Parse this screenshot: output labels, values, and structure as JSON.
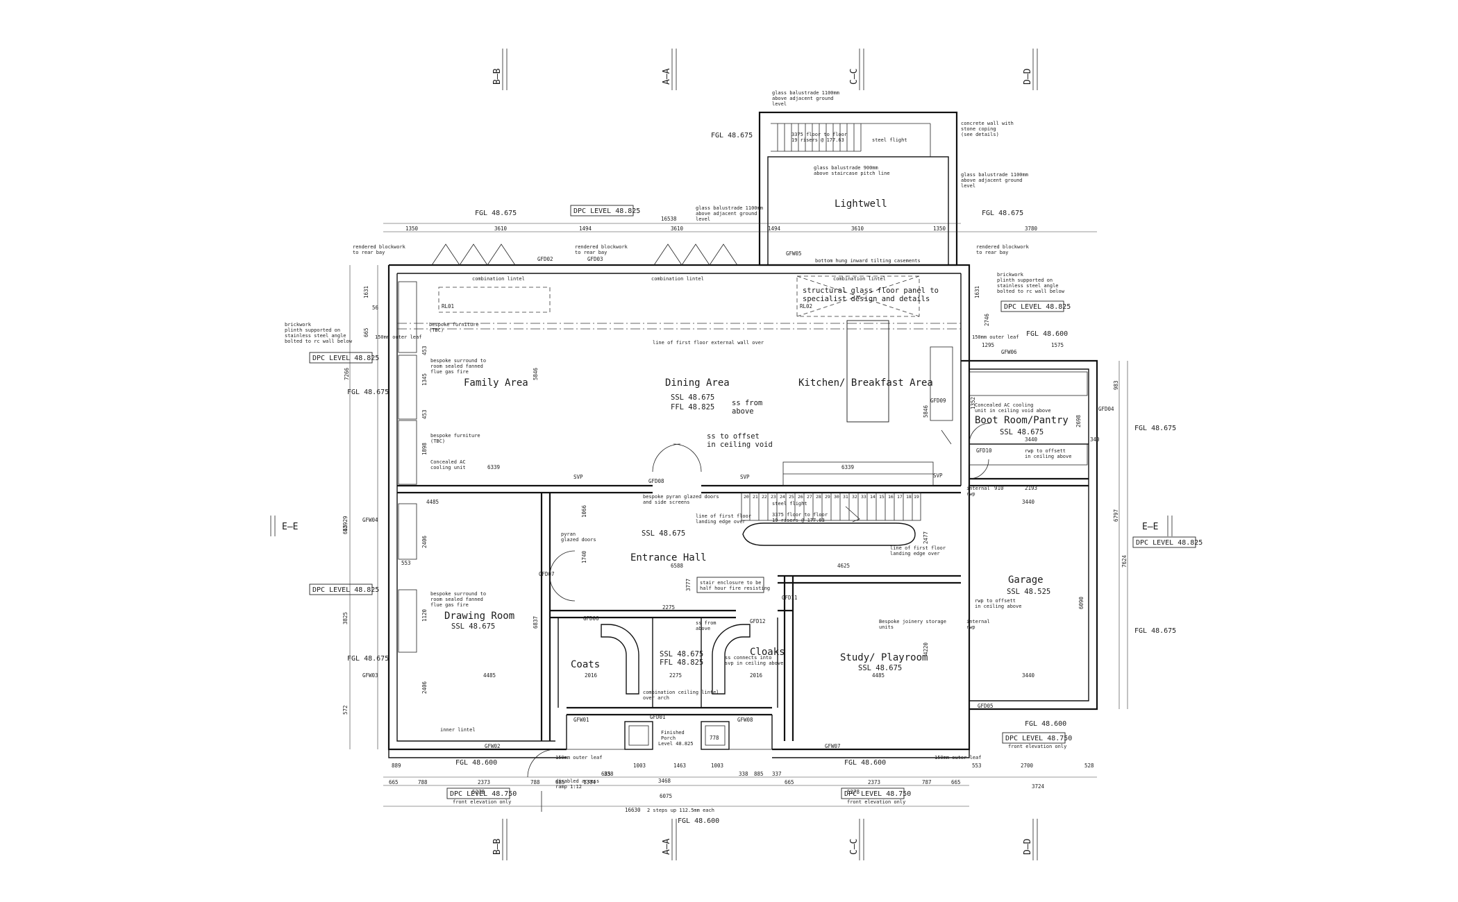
{
  "sections": {
    "bb": "B–B",
    "aa": "A–A",
    "cc": "C–C",
    "dd": "D–D",
    "ee": "E–E"
  },
  "rooms": {
    "lightwell": "Lightwell",
    "family": "Family Area",
    "dining": "Dining Area",
    "dining_ssl": "SSL 48.675",
    "dining_ffl": "FFL 48.825",
    "kitchen": "Kitchen/ Breakfast Area",
    "boot": "Boot Room/Pantry",
    "boot_ssl": "SSL 48.675",
    "entrance": "Entrance Hall",
    "entrance_ssl": "SSL 48.675",
    "drawing": "Drawing Room",
    "drawing_ssl": "SSL 48.675",
    "garage": "Garage",
    "garage_ssl": "SSL 48.525",
    "coats": "Coats",
    "coats_ssl": "SSL 48.675",
    "coats_ffl": "FFL 48.825",
    "cloaks": "Cloaks",
    "study": "Study/ Playroom",
    "study_ssl": "SSL 48.675"
  },
  "levels": {
    "fgl_top": "FGL 48.675",
    "fgl_top_left": "FGL 48.675",
    "dpc_top": "DPC LEVEL 48.825",
    "fgl_right_top": "FGL 48.675",
    "dpc_right_1": "DPC LEVEL 48.825",
    "fgl_right_mid": "FGL 48.600",
    "dpc_left_1": "DPC LEVEL 48.825",
    "fgl_left_1": "FGL 48.675",
    "dpc_left_2": "DPC LEVEL 48.825",
    "fgl_left_2": "FGL 48.675",
    "fgl_boot": "FGL 48.675",
    "dpc_right_2": "DPC LEVEL 48.825",
    "fgl_right_lower": "FGL 48.675",
    "fgl_garage_front": "FGL 48.600",
    "dpc_garage_front": "DPC LEVEL 48.750",
    "front_only_1": "front elevation only",
    "fgl_bottom_left": "FGL 48.600",
    "fgl_bottom_right": "FGL 48.600",
    "dpc_bottom_left": "DPC LEVEL 48.750",
    "front_only_2": "front elevation only",
    "dpc_bottom_right": "DPC LEVEL 48.750",
    "front_only_3": "front elevation only",
    "fgl_bottom_center": "FGL 48.600",
    "porch": "Finished",
    "porch2": "Porch",
    "porch3": "Level 48.825"
  },
  "doors": {
    "gfd02": "GFD02",
    "gfd03": "GFD03",
    "gfw05": "GFW05",
    "gfd08": "GFD08",
    "gfd07": "GFD07",
    "gfd06": "GFD06",
    "gfd11": "GFD11",
    "gfd12": "GFD12",
    "gfd01": "GFD01",
    "gfw01": "GFW01",
    "gfw02": "GFW02",
    "gfw03": "GFW03",
    "gfw04": "GFW04",
    "gfw06": "GFW06",
    "gfw07": "GFW07",
    "gfw08": "GFW08",
    "gfd04": "GFD04",
    "gfd05": "GFD05",
    "gfd09": "GFD09",
    "gfd10": "GFD10",
    "rl01": "RL01",
    "rl02": "RL02",
    "svp1": "SVP",
    "svp2": "SVP",
    "svp3": "SVP"
  },
  "notes": {
    "glass1": "glass balustrade 1100mm",
    "glass1b": "above adjacent ground",
    "glass1c": "level",
    "stair_top": "3375 floor to floor",
    "stair_top2": "19 risers @ 177.63",
    "steel_flight": "steel flight",
    "glass2": "glass balustrade 900mm",
    "glass2b": "above staircase pitch line",
    "concrete": "concrete wall with",
    "concrete2": "stone coping",
    "concrete3": "(see details)",
    "glass3": "glass balustrade 1100mm",
    "glass3b": "above adjacent ground",
    "glass3c": "level",
    "glass4": "glass balustrade 1100mm",
    "glass4b": "above adjacent ground",
    "glass4c": "level",
    "render_left": "rendered blockwork",
    "render_left2": "to rear bay",
    "render_mid": "rendered blockwork",
    "render_mid2": "to rear bay",
    "render_right": "rendered blockwork",
    "render_right2": "to rear bay",
    "casements": "bottom hung inward tilting casements",
    "comb_lintel1": "combination lintel",
    "comb_lintel2": "combination lintel",
    "comb_lintel3": "combination lintel",
    "structural": "structural glass floor panel to",
    "structural2": "specialist design and details",
    "brick_right": "brickwork",
    "brick_right2": "plinth supported on",
    "brick_right3": "stainless steel angle",
    "brick_right4": "bolted to rc wall below",
    "brick_left": "brickwork",
    "brick_left2": "plinth supported on",
    "brick_left3": "stainless steel angle",
    "brick_left4": "bolted to rc wall below",
    "bespoke_furn": "bespoke furniture",
    "bespoke_furn2": "(TBC)",
    "first_floor": "line of first floor external wall over",
    "bespoke_surround": "bespoke surround to",
    "bespoke_surround2": "room sealed fanned",
    "bespoke_surround3": "flue gas fire",
    "bespoke_furn3": "bespoke furniture",
    "bespoke_furn4": "(TBC)",
    "concealed_ac": "Concealed AC",
    "concealed_ac2": "cooling unit",
    "ss_from_above": "ss from",
    "ss_from_above2": "above",
    "ss_offset": "ss to offset",
    "ss_offset2": "in ceiling void",
    "ac_boot": "Concealed AC cooling",
    "ac_boot2": "unit in ceiling void above",
    "rwp_boot": "rwp to offsett",
    "rwp_boot2": "in ceiling above",
    "pyran_doors": "bespoke pyran glazed doors",
    "pyran_doors2": "and side screens",
    "pyran_glazed": "pyran",
    "pyran_glazed2": "glazed doors",
    "landing1": "line of first floor",
    "landing1b": "landing edge over",
    "steel_flight2": "steel flight",
    "stair_ground": "3375 floor to floor",
    "stair_ground2": "19 risers @ 177.63",
    "landing2": "line of first floor",
    "landing2b": "landing edge over",
    "stair_enclosure": "stair enclosure to be",
    "stair_enclosure2": "half hour fire resisting",
    "bespoke_surround4": "bespoke surround to",
    "bespoke_surround5": "room sealed fanned",
    "bespoke_surround6": "flue gas fire",
    "bespoke_joinery": "Bespoke joinery storage",
    "bespoke_joinery2": "units",
    "rwp_garage": "rwp to offsett",
    "rwp_garage2": "in ceiling above",
    "internal_rwp": "internal",
    "internal_rwp2": "rwp",
    "ss_from_above3": "ss from",
    "ss_from_above4": "above",
    "ss_connects": "ss connects into",
    "ss_connects2": "svp in ceiling above",
    "comb_ceiling": "combination ceiling lintel",
    "comb_ceiling2": "over arch",
    "inner_lintel": "inner lintel",
    "disabled": "disabled access",
    "disabled2": "ramp 1:12",
    "two_steps": "2 steps up 112.5mm each",
    "internal_rwp3": "internal",
    "internal_rwp4": "rwp",
    "outer_leaf": "150mm outer leaf",
    "outer_leaf2": "150mm outer leaf",
    "outer_leaf3": "150mm outer leaf",
    "outer_leaf4": "150mm outer leaf"
  },
  "dims": {
    "top_overall": "16538",
    "top_1350a": "1350",
    "top_3610a": "3610",
    "top_1494a": "1494",
    "top_3610b": "3610",
    "top_1494b": "1494",
    "top_3610c": "3610",
    "top_1350b": "1350",
    "top_3780": "3780",
    "d_6339a": "6339",
    "d_6339b": "6339",
    "d_5846": "5846",
    "d_5846b": "5846",
    "d_4485a": "4485",
    "d_4485b": "4485",
    "d_4485c": "4485",
    "d_3440a": "3440",
    "d_3440b": "3440",
    "d_3440c": "3440",
    "d_6588": "6588",
    "d_4625": "4625",
    "d_2275a": "2275",
    "d_2275b": "2275",
    "d_2016a": "2016",
    "d_2016b": "2016",
    "d_1463": "1463",
    "d_3468": "3468",
    "d_1003a": "1003",
    "d_1003b": "1003",
    "b_889": "889",
    "b_2373a": "2373",
    "b_2373b": "2373",
    "b_665a": "665",
    "b_788a": "788",
    "b_788b": "788",
    "b_685a": "685",
    "b_685b": "685",
    "b_1304": "1304",
    "b_338a": "338",
    "b_338b": "338",
    "b_885": "885",
    "b_337": "337",
    "b_665b": "665",
    "b_787": "787",
    "b_665c": "665",
    "b_5278a": "5278",
    "b_5278b": "5278",
    "b_6075": "6075",
    "b_16630": "16630",
    "b_2700": "2700",
    "b_528": "528",
    "b_553": "553",
    "b_3724": "3724",
    "b_778": "778",
    "l_7266": "7266",
    "l_12929": "12929",
    "l_3825": "3825",
    "l_665a": "665",
    "l_665b": "665",
    "l_572": "572",
    "l_1631": "1631",
    "l_56": "56",
    "l_2406a": "2406",
    "l_2406b": "2406",
    "l_553": "553",
    "l_1345": "1345",
    "l_453a": "453",
    "l_453b": "453",
    "l_1898": "1898",
    "l_1120": "1120",
    "l_6837": "6837",
    "l_1740": "1740",
    "l_1066": "1066",
    "r_6797": "6797",
    "r_7624": "7624",
    "r_6090": "6090",
    "r_3777": "3777",
    "r_2477": "2477",
    "r_4220": "4220",
    "r_2193": "2193",
    "r_1575": "1575",
    "r_1295": "1295",
    "r_983": "983",
    "r_1352": "1352",
    "r_2698": "2698",
    "r_910": "910",
    "r_340": "340",
    "r_2746": "2746",
    "r_1631": "1631"
  },
  "stair_numbers": [
    "20",
    "21",
    "22",
    "23",
    "24",
    "25",
    "26",
    "27",
    "28",
    "29",
    "30",
    "31",
    "32",
    "33",
    "14",
    "15",
    "16",
    "17",
    "18",
    "19"
  ]
}
